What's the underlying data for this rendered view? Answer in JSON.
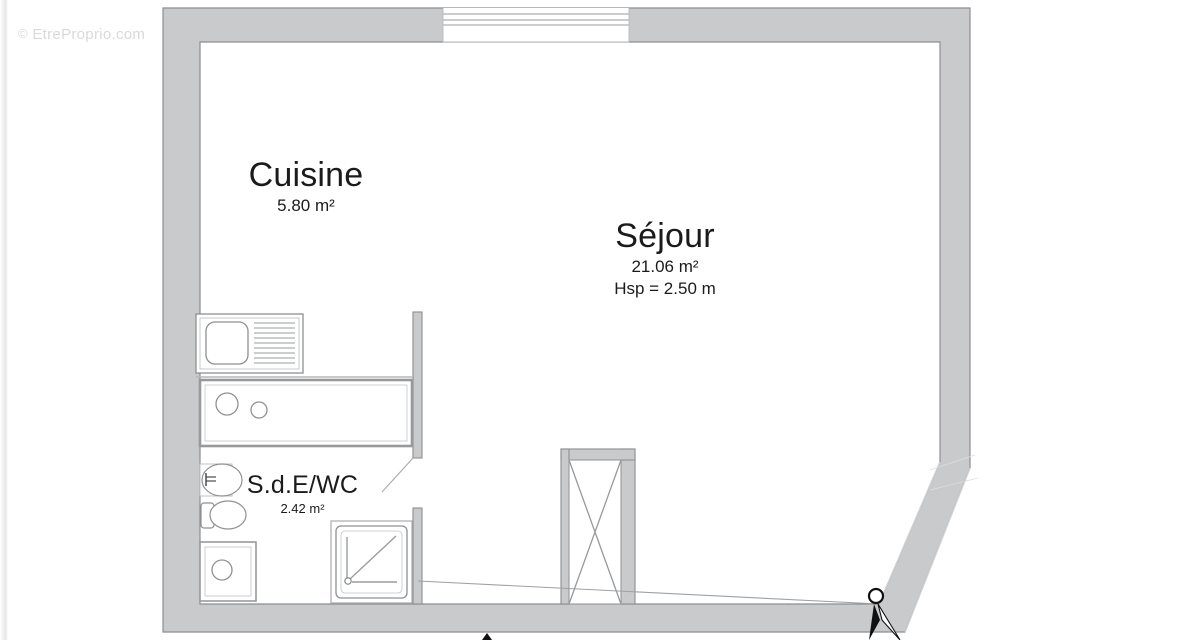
{
  "document": {
    "type": "floor-plan",
    "watermark_symbol": "©",
    "watermark_text": "EtreProprio.com"
  },
  "rooms": [
    {
      "id": "cuisine",
      "name": "Cuisine",
      "area": "5.80 m²",
      "height_note": ""
    },
    {
      "id": "sejour",
      "name": "Séjour",
      "area": "21.06 m²",
      "height_note": "Hsp = 2.50 m"
    },
    {
      "id": "sde-wc",
      "name": "S.d.E/WC",
      "area": "2.42 m²",
      "height_note": ""
    }
  ],
  "fixtures": [
    {
      "id": "kitchen-sink",
      "label": "sink-with-drainboard"
    },
    {
      "id": "kitchen-counter",
      "label": "counter-with-two-burners"
    },
    {
      "id": "washbasin",
      "label": "washbasin"
    },
    {
      "id": "toilet",
      "label": "toilet"
    },
    {
      "id": "washing-machine",
      "label": "washing-machine"
    },
    {
      "id": "shower",
      "label": "shower-tray"
    }
  ],
  "openings": [
    {
      "id": "top-window",
      "label": "window"
    },
    {
      "id": "center-window",
      "label": "window-opening"
    },
    {
      "id": "bathroom-door",
      "label": "door-swing"
    },
    {
      "id": "entry-door",
      "label": "door-swing"
    }
  ],
  "markers": [
    {
      "id": "north-arrow",
      "label": "north-indicator"
    },
    {
      "id": "view-arrow",
      "label": "view-direction-arrow"
    }
  ],
  "colors": {
    "wall_fill": "#c8cacb",
    "wall_stroke": "#8c8e90",
    "fixture_stroke": "#808285",
    "text": "#1b1b1b",
    "watermark": "#d9d9d9",
    "background": "#ffffff"
  }
}
